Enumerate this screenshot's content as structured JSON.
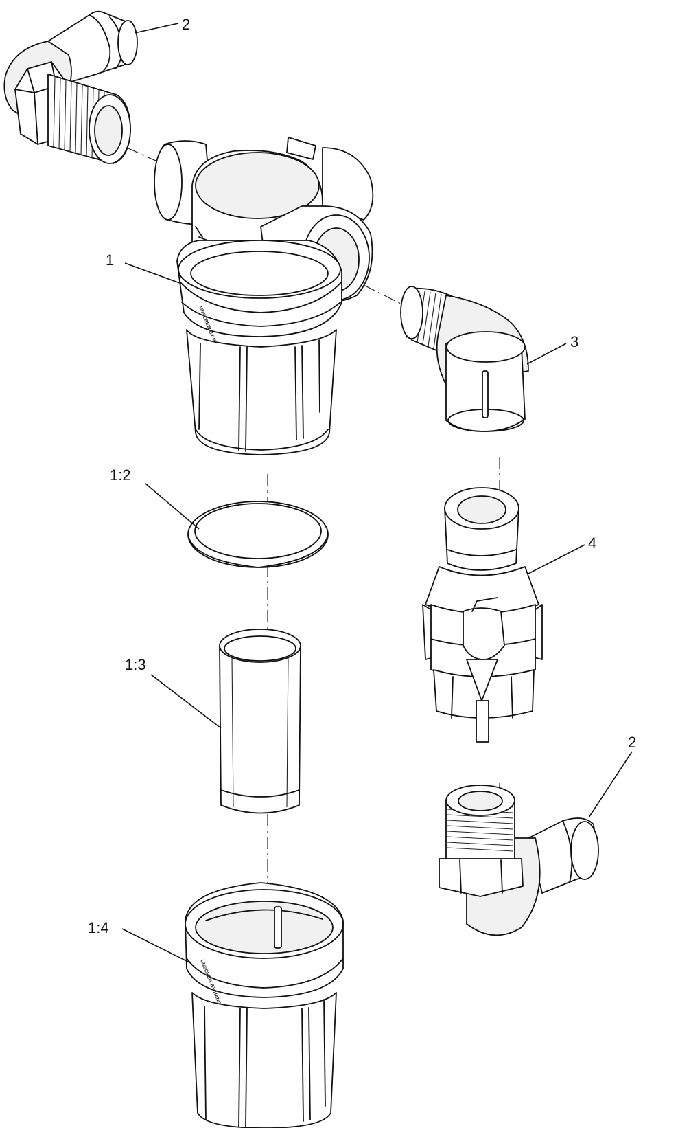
{
  "callouts": {
    "elbow_top_left": "2",
    "filter_housing": "1",
    "elbow_right": "3",
    "seal": "1:2",
    "check_valve": "4",
    "screen": "1:3",
    "elbow_bottom_right": "2",
    "bowl": "1:4"
  },
  "embossing": {
    "housing_text": "UNSCREW BY HAND",
    "bowl_text": "UNSCREW BY HAND"
  }
}
